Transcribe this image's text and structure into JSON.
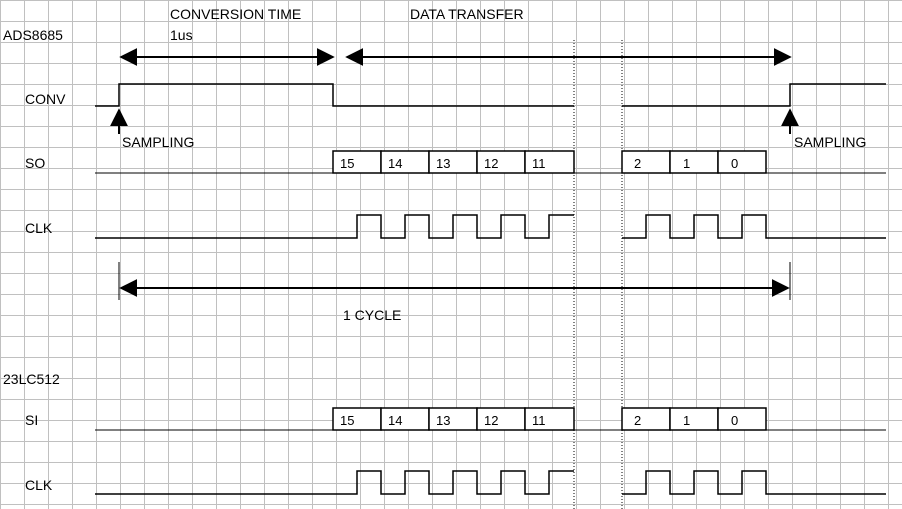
{
  "colors": {
    "grid": "#c0c0c0",
    "ink": "#000000",
    "background": "#ffffff"
  },
  "chips": {
    "adc": "ADS8685",
    "memory": "23LC512"
  },
  "phases": {
    "conversion": "CONVERSION TIME",
    "conversion_duration": "1us",
    "transfer": "DATA TRANSFER"
  },
  "annotations": {
    "sampling_start": "SAMPLING",
    "sampling_end": "SAMPLING",
    "cycle": "1 CYCLE"
  },
  "signals": {
    "conv": "CONV",
    "so": "SO",
    "clk_adc": "CLK",
    "si": "SI",
    "clk_mem": "CLK"
  },
  "so_bits": [
    "15",
    "14",
    "13",
    "12",
    "11",
    "2",
    "1",
    "0"
  ],
  "si_bits": [
    "15",
    "14",
    "13",
    "12",
    "11",
    "2",
    "1",
    "0"
  ]
}
